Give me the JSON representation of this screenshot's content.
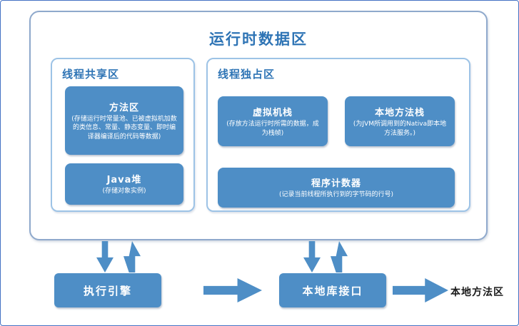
{
  "diagram": {
    "title": "运行时数据区",
    "shared": {
      "title": "线程共享区",
      "method_area": {
        "title": "方法区",
        "desc": "(存储运行时常量池、已被虚拟机加数的类信息、常量、静态变量、即时编译器编译后的代码等数据)"
      },
      "heap": {
        "title": "Java堆",
        "desc": "(存储对象实例)"
      }
    },
    "exclusive": {
      "title": "线程独占区",
      "vm_stack": {
        "title": "虚拟机栈",
        "desc": "(存放方法运行时所需的数据，成为栈帧)"
      },
      "native_stack": {
        "title": "本地方法栈",
        "desc": "(为JVM所调用到的Nativa即本地方法服务。)"
      },
      "program_counter": {
        "title": "程序计数器",
        "desc": "(记录当前线程所执行到的字节码的行号)"
      }
    },
    "bottom": {
      "engine": "执行引擎",
      "native_interface": "本地库接口",
      "native_area": "本地方法区"
    },
    "colors": {
      "box_blue": "#4e8ec6",
      "title_blue": "#2e74b5",
      "border_light_blue": "#9dc3e6"
    }
  }
}
